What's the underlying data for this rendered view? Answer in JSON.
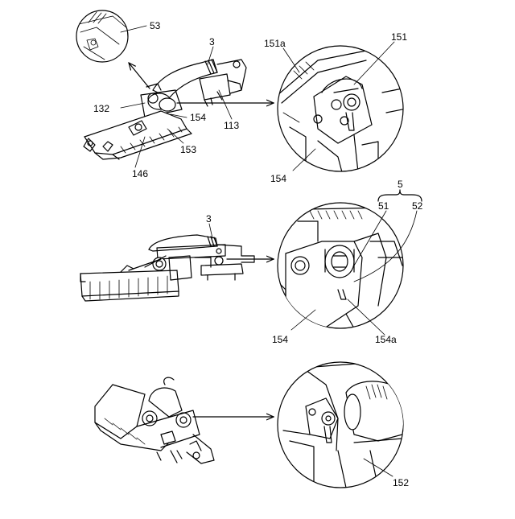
{
  "labels": {
    "top": {
      "l53": "53",
      "l3": "3",
      "l151a": "151a",
      "l151": "151",
      "l132": "132",
      "l154": "154",
      "l113": "113",
      "l153": "153",
      "l146": "146",
      "l154_detail": "154"
    },
    "middle": {
      "l5": "5",
      "l51": "51",
      "l52": "52",
      "l3": "3",
      "l154": "154",
      "l154a": "154a"
    },
    "bottom": {
      "l152": "152"
    }
  },
  "colors": {
    "line": "#000000",
    "background": "#ffffff"
  }
}
